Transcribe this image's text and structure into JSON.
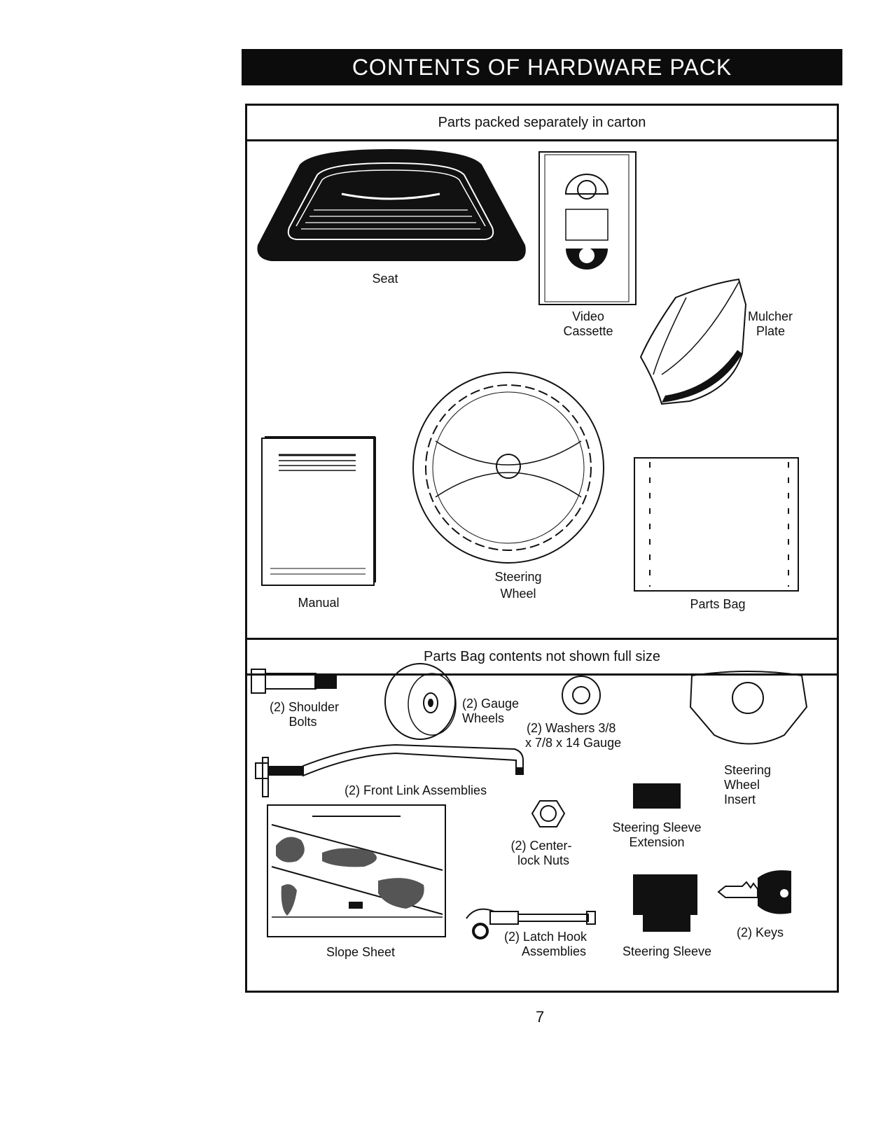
{
  "title": "CONTENTS OF HARDWARE PACK",
  "sections": {
    "carton_header": "Parts packed separately in carton",
    "bag_header": "Parts Bag contents not shown full size"
  },
  "carton_items": {
    "seat": "Seat",
    "video_1": "Video",
    "video_2": "Cassette",
    "mulcher_1": "Mulcher",
    "mulcher_2": "Plate",
    "manual": "Manual",
    "steering_1": "Steering",
    "steering_2": "Wheel",
    "parts_bag": "Parts Bag"
  },
  "bag_items": {
    "shoulder_1": "(2) Shoulder",
    "shoulder_2": "Bolts",
    "gauge_1": "(2) Gauge",
    "gauge_2": "Wheels",
    "washers_1": "(2) Washers  3/8",
    "washers_2": "x 7/8 x 14 Gauge",
    "insert_1": "Steering",
    "insert_2": "Wheel",
    "insert_3": "Insert",
    "front_link": "(2) Front Link Assemblies",
    "sleeve_ext_1": "Steering Sleeve",
    "sleeve_ext_2": "Extension",
    "nuts_1": "(2) Center-",
    "nuts_2": "lock Nuts",
    "slope": "Slope Sheet",
    "latch_1": "(2) Latch Hook",
    "latch_2": "Assemblies",
    "sleeve": "Steering Sleeve",
    "keys": "(2) Keys"
  },
  "page_number": "7",
  "colors": {
    "ink": "#111111",
    "paper": "#ffffff"
  }
}
